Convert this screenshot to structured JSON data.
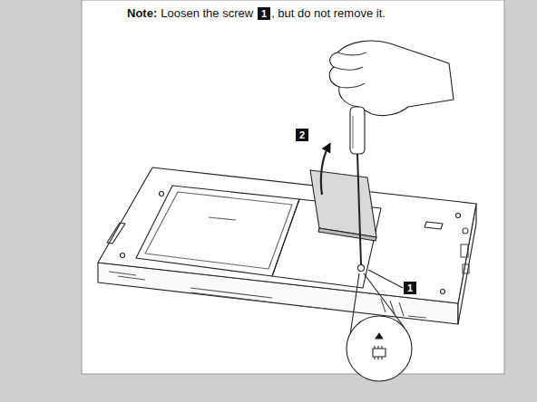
{
  "diagram": {
    "labels": [
      "Note:",
      "Loosen the screw",
      "1",
      ", but do not remove it.",
      "2",
      "1"
    ]
  }
}
